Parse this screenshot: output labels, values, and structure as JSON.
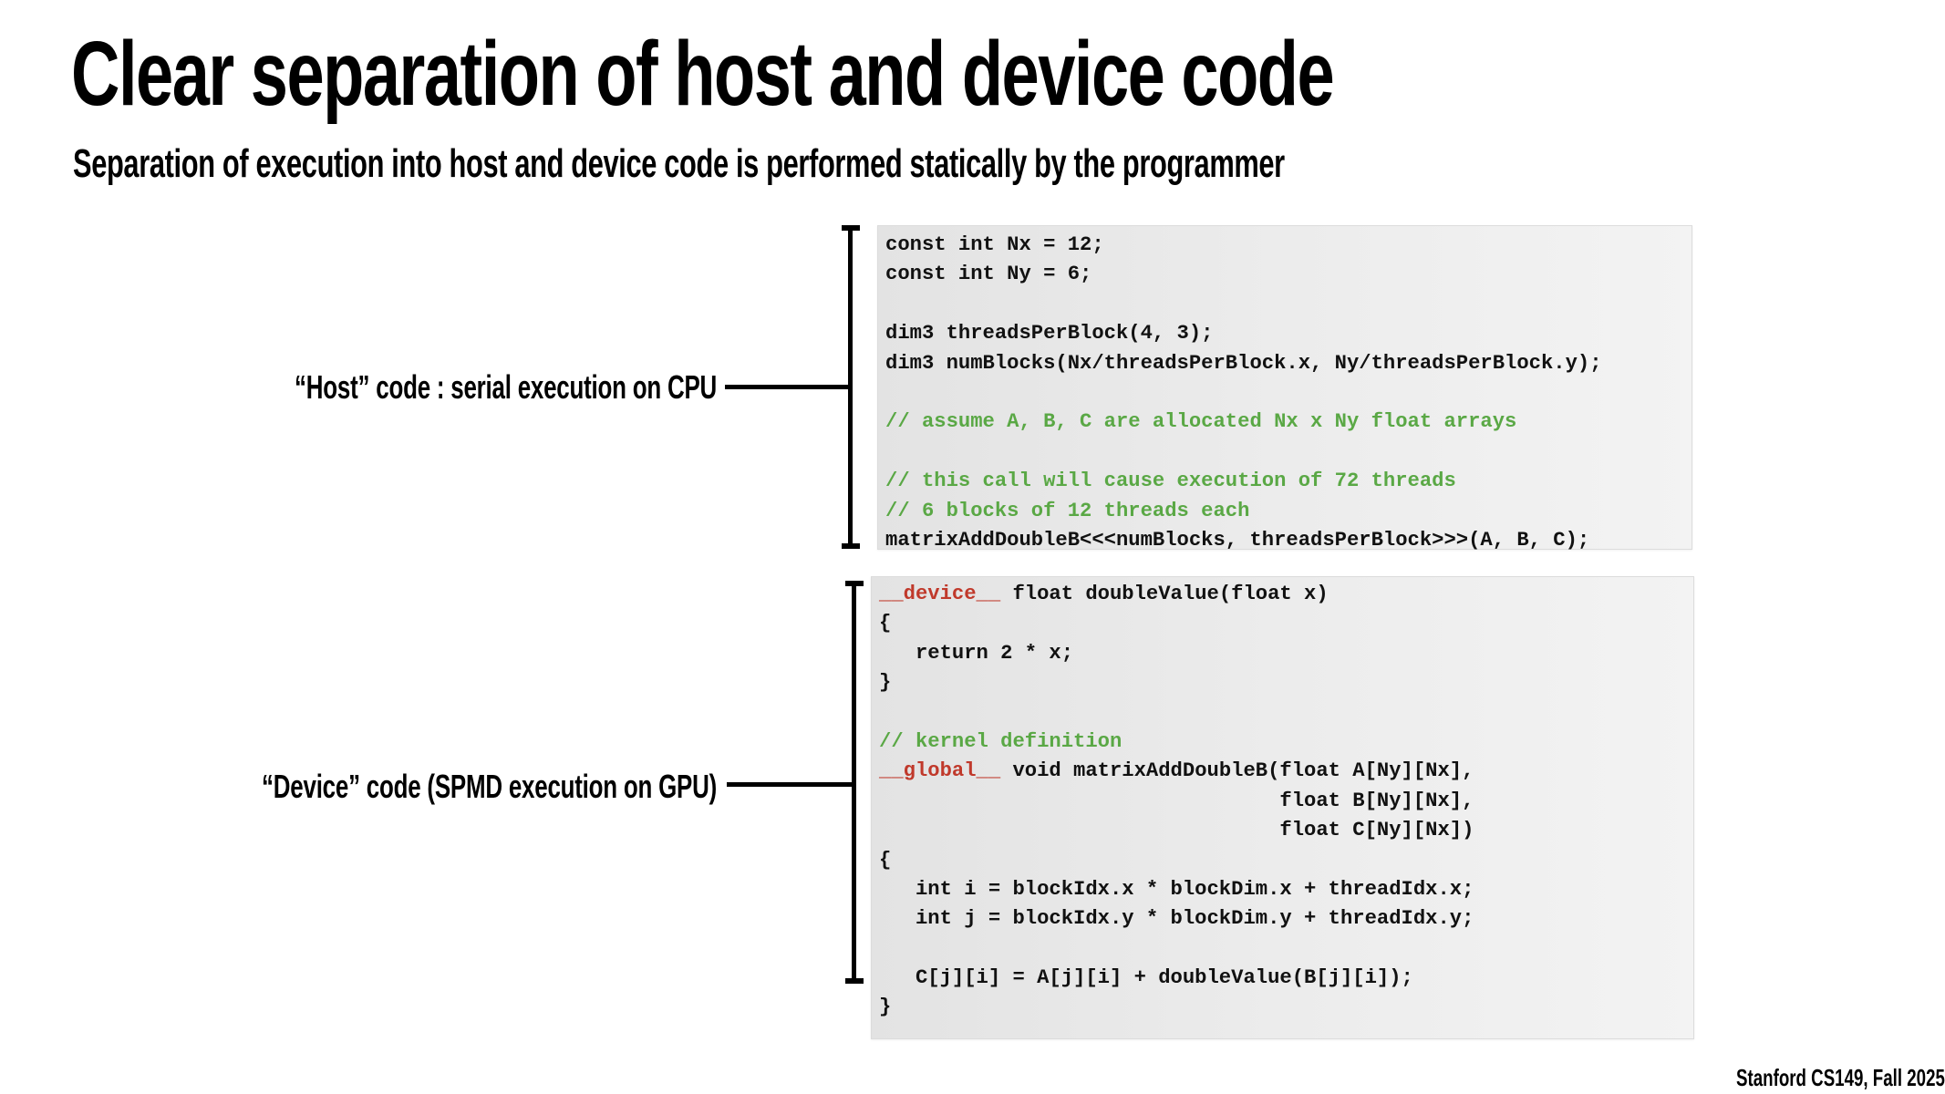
{
  "slide": {
    "title": "Clear separation of host and device code",
    "subtitle": "Separation of execution into host and device code is performed statically by the programmer",
    "footer": "Stanford CS149, Fall 2025"
  },
  "colors": {
    "comment": "#5aa845",
    "keyword": "#c0392b",
    "text": "#111111"
  },
  "host": {
    "label": "“Host” code : serial execution on CPU",
    "code_lines": [
      [
        {
          "t": "const int Nx = 12;",
          "k": "plain"
        }
      ],
      [
        {
          "t": "const int Ny = 6;",
          "k": "plain"
        }
      ],
      [
        {
          "t": "",
          "k": "plain"
        }
      ],
      [
        {
          "t": "dim3 threadsPerBlock(4, 3);",
          "k": "plain"
        }
      ],
      [
        {
          "t": "dim3 numBlocks(Nx/threadsPerBlock.x, Ny/threadsPerBlock.y);",
          "k": "plain"
        }
      ],
      [
        {
          "t": "",
          "k": "plain"
        }
      ],
      [
        {
          "t": "// assume A, B, C are allocated Nx x Ny float arrays",
          "k": "comment"
        }
      ],
      [
        {
          "t": "",
          "k": "plain"
        }
      ],
      [
        {
          "t": "// this call will cause execution of 72 threads",
          "k": "comment"
        }
      ],
      [
        {
          "t": "// 6 blocks of 12 threads each",
          "k": "comment"
        }
      ],
      [
        {
          "t": "matrixAddDoubleB<<<numBlocks, threadsPerBlock>>>(A, B, C);",
          "k": "plain"
        }
      ]
    ]
  },
  "device": {
    "label": "“Device” code (SPMD execution on GPU)",
    "code_lines": [
      [
        {
          "t": "__device__",
          "k": "keyword"
        },
        {
          "t": " float doubleValue(float x)",
          "k": "plain"
        }
      ],
      [
        {
          "t": "{",
          "k": "plain"
        }
      ],
      [
        {
          "t": "   return 2 * x;",
          "k": "plain"
        }
      ],
      [
        {
          "t": "}",
          "k": "plain"
        }
      ],
      [
        {
          "t": "",
          "k": "plain"
        }
      ],
      [
        {
          "t": "// kernel definition",
          "k": "comment"
        }
      ],
      [
        {
          "t": "__global__",
          "k": "keyword"
        },
        {
          "t": " void matrixAddDoubleB(float A[Ny][Nx],",
          "k": "plain"
        }
      ],
      [
        {
          "t": "                                 float B[Ny][Nx],",
          "k": "plain"
        }
      ],
      [
        {
          "t": "                                 float C[Ny][Nx])",
          "k": "plain"
        }
      ],
      [
        {
          "t": "{",
          "k": "plain"
        }
      ],
      [
        {
          "t": "   int i = blockIdx.x * blockDim.x + threadIdx.x;",
          "k": "plain"
        }
      ],
      [
        {
          "t": "   int j = blockIdx.y * blockDim.y + threadIdx.y;",
          "k": "plain"
        }
      ],
      [
        {
          "t": "",
          "k": "plain"
        }
      ],
      [
        {
          "t": "   C[j][i] = A[j][i] + doubleValue(B[j][i]);",
          "k": "plain"
        }
      ],
      [
        {
          "t": "}",
          "k": "plain"
        }
      ]
    ]
  }
}
